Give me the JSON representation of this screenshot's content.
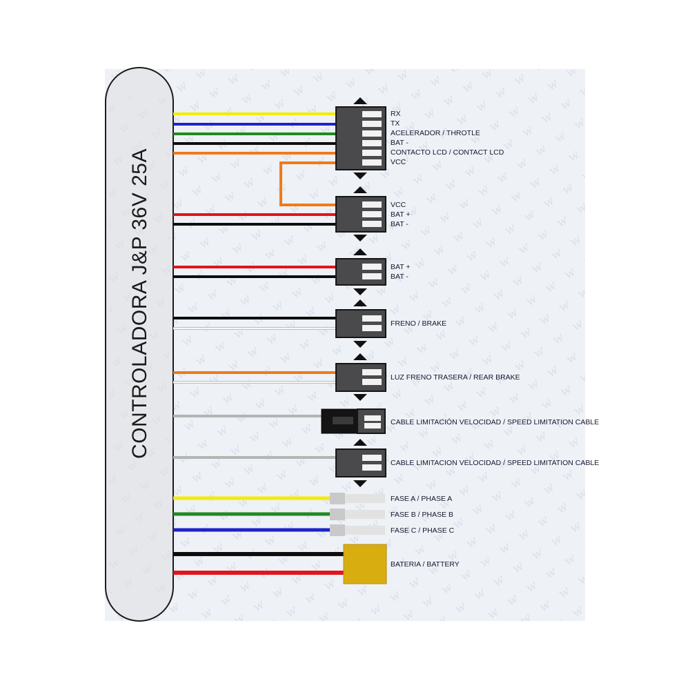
{
  "controller": {
    "title": "CONTROLADORA J&P 36V 25A"
  },
  "connectors": [
    {
      "id": "main-6pin",
      "labels": [
        "RX",
        "TX",
        "ACELERADOR / THROTLE",
        "BAT -",
        "CONTACTO LCD / CONTACT LCD",
        "VCC"
      ],
      "wires": [
        "yellow",
        "blue",
        "green",
        "black",
        "orange"
      ]
    },
    {
      "id": "power-3pin",
      "labels": [
        "VCC",
        "BAT +",
        "BAT -"
      ],
      "wires": [
        "orange-loop",
        "red",
        "black"
      ]
    },
    {
      "id": "bat-2pin",
      "labels": [
        "BAT +",
        "BAT -"
      ],
      "wires": [
        "red",
        "black"
      ]
    },
    {
      "id": "brake",
      "labels": [
        "FRENO / BRAKE"
      ],
      "wires": [
        "black",
        "white"
      ]
    },
    {
      "id": "rear-brake",
      "labels": [
        "LUZ FRENO TRASERA / REAR BRAKE"
      ],
      "wires": [
        "orange",
        "white"
      ]
    },
    {
      "id": "speed-limit-1",
      "labels": [
        "CABLE LIMITACIÓN VELOCIDAD / SPEED LIMITATION CABLE"
      ],
      "wires": [
        "gray"
      ]
    },
    {
      "id": "speed-limit-2",
      "labels": [
        "CABLE LIMITACION VELOCIDAD / SPEED LIMITATION CABLE"
      ],
      "wires": [
        "gray"
      ]
    },
    {
      "id": "phases",
      "labels": [
        "FASE A / PHASE A",
        "FASE B / PHASE B",
        "FASE C / PHASE C"
      ],
      "wires": [
        "yellow",
        "green",
        "blue"
      ]
    },
    {
      "id": "battery",
      "labels": [
        "BATERIA / BATTERY"
      ],
      "wires": [
        "black",
        "red"
      ]
    }
  ],
  "colors": {
    "yellow": "#f4ec00",
    "blue": "#1e22c8",
    "green": "#1f8a1f",
    "black": "#0e0e0e",
    "orange": "#f07a1a",
    "red": "#e3141b",
    "gray": "#b4b4b4",
    "white": "#f4f4f4",
    "connector": "#4a4a4c",
    "xt60": "#d8ad10",
    "background": "#eef1f6",
    "controller": "#e6e7ea"
  }
}
